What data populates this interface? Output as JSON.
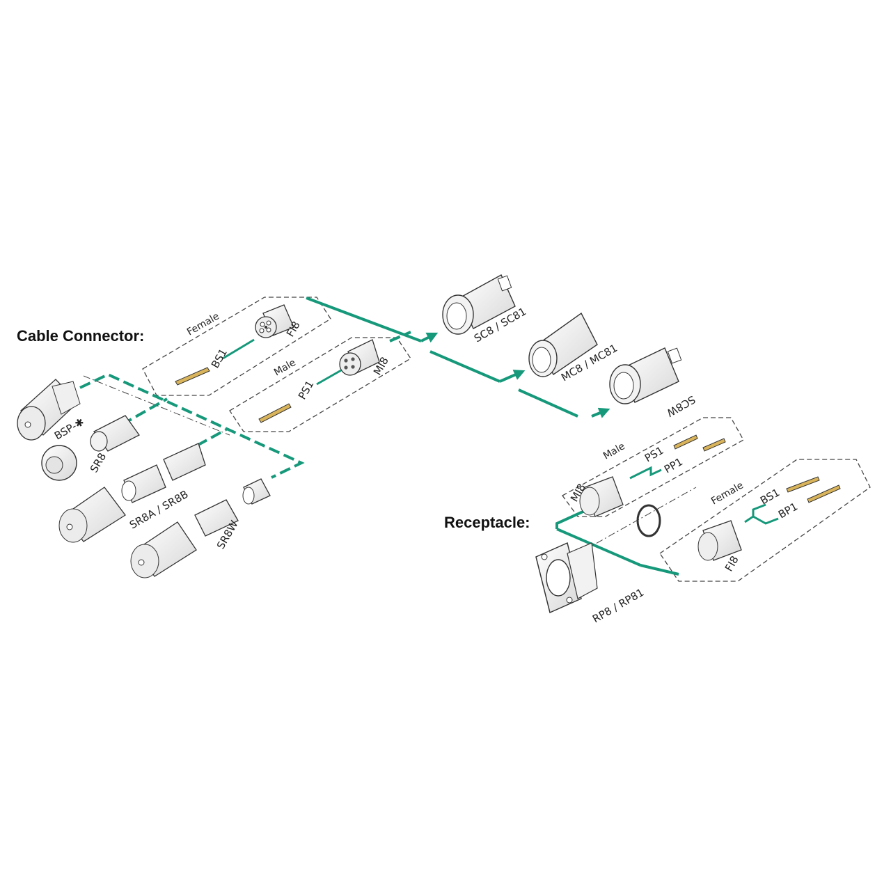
{
  "headings": {
    "cable_connector": "Cable Connector:",
    "receptacle": "Receptacle:"
  },
  "colors": {
    "accent": "#16987a",
    "line": "#333333",
    "fill": "#f4f4f4",
    "gold": "#d9b45a"
  },
  "cable": {
    "female_group": "Female",
    "male_group": "Male",
    "fi8": "FI8",
    "bs1": "BS1",
    "mi8": "MI8",
    "ps1": "PS1",
    "bsp": "BSP-✱",
    "sr8": "SR8",
    "sr8a_sr8b": "SR8A  /  SR8B",
    "sr8w": "SR8W"
  },
  "housings": {
    "sc8_sc81": "SC8  /  SC81",
    "mc8_mc81": "MC8  /  MC81",
    "sc8w": "SC8W"
  },
  "receptacle": {
    "male_group": "Male",
    "mi8": "MI8",
    "ps1": "PS1",
    "pp1": "PP1",
    "female_group": "Female",
    "bs1": "BS1",
    "bp1": "BP1",
    "fi8": "FI8",
    "rp8_rp81": "RP8  /  RP81"
  }
}
